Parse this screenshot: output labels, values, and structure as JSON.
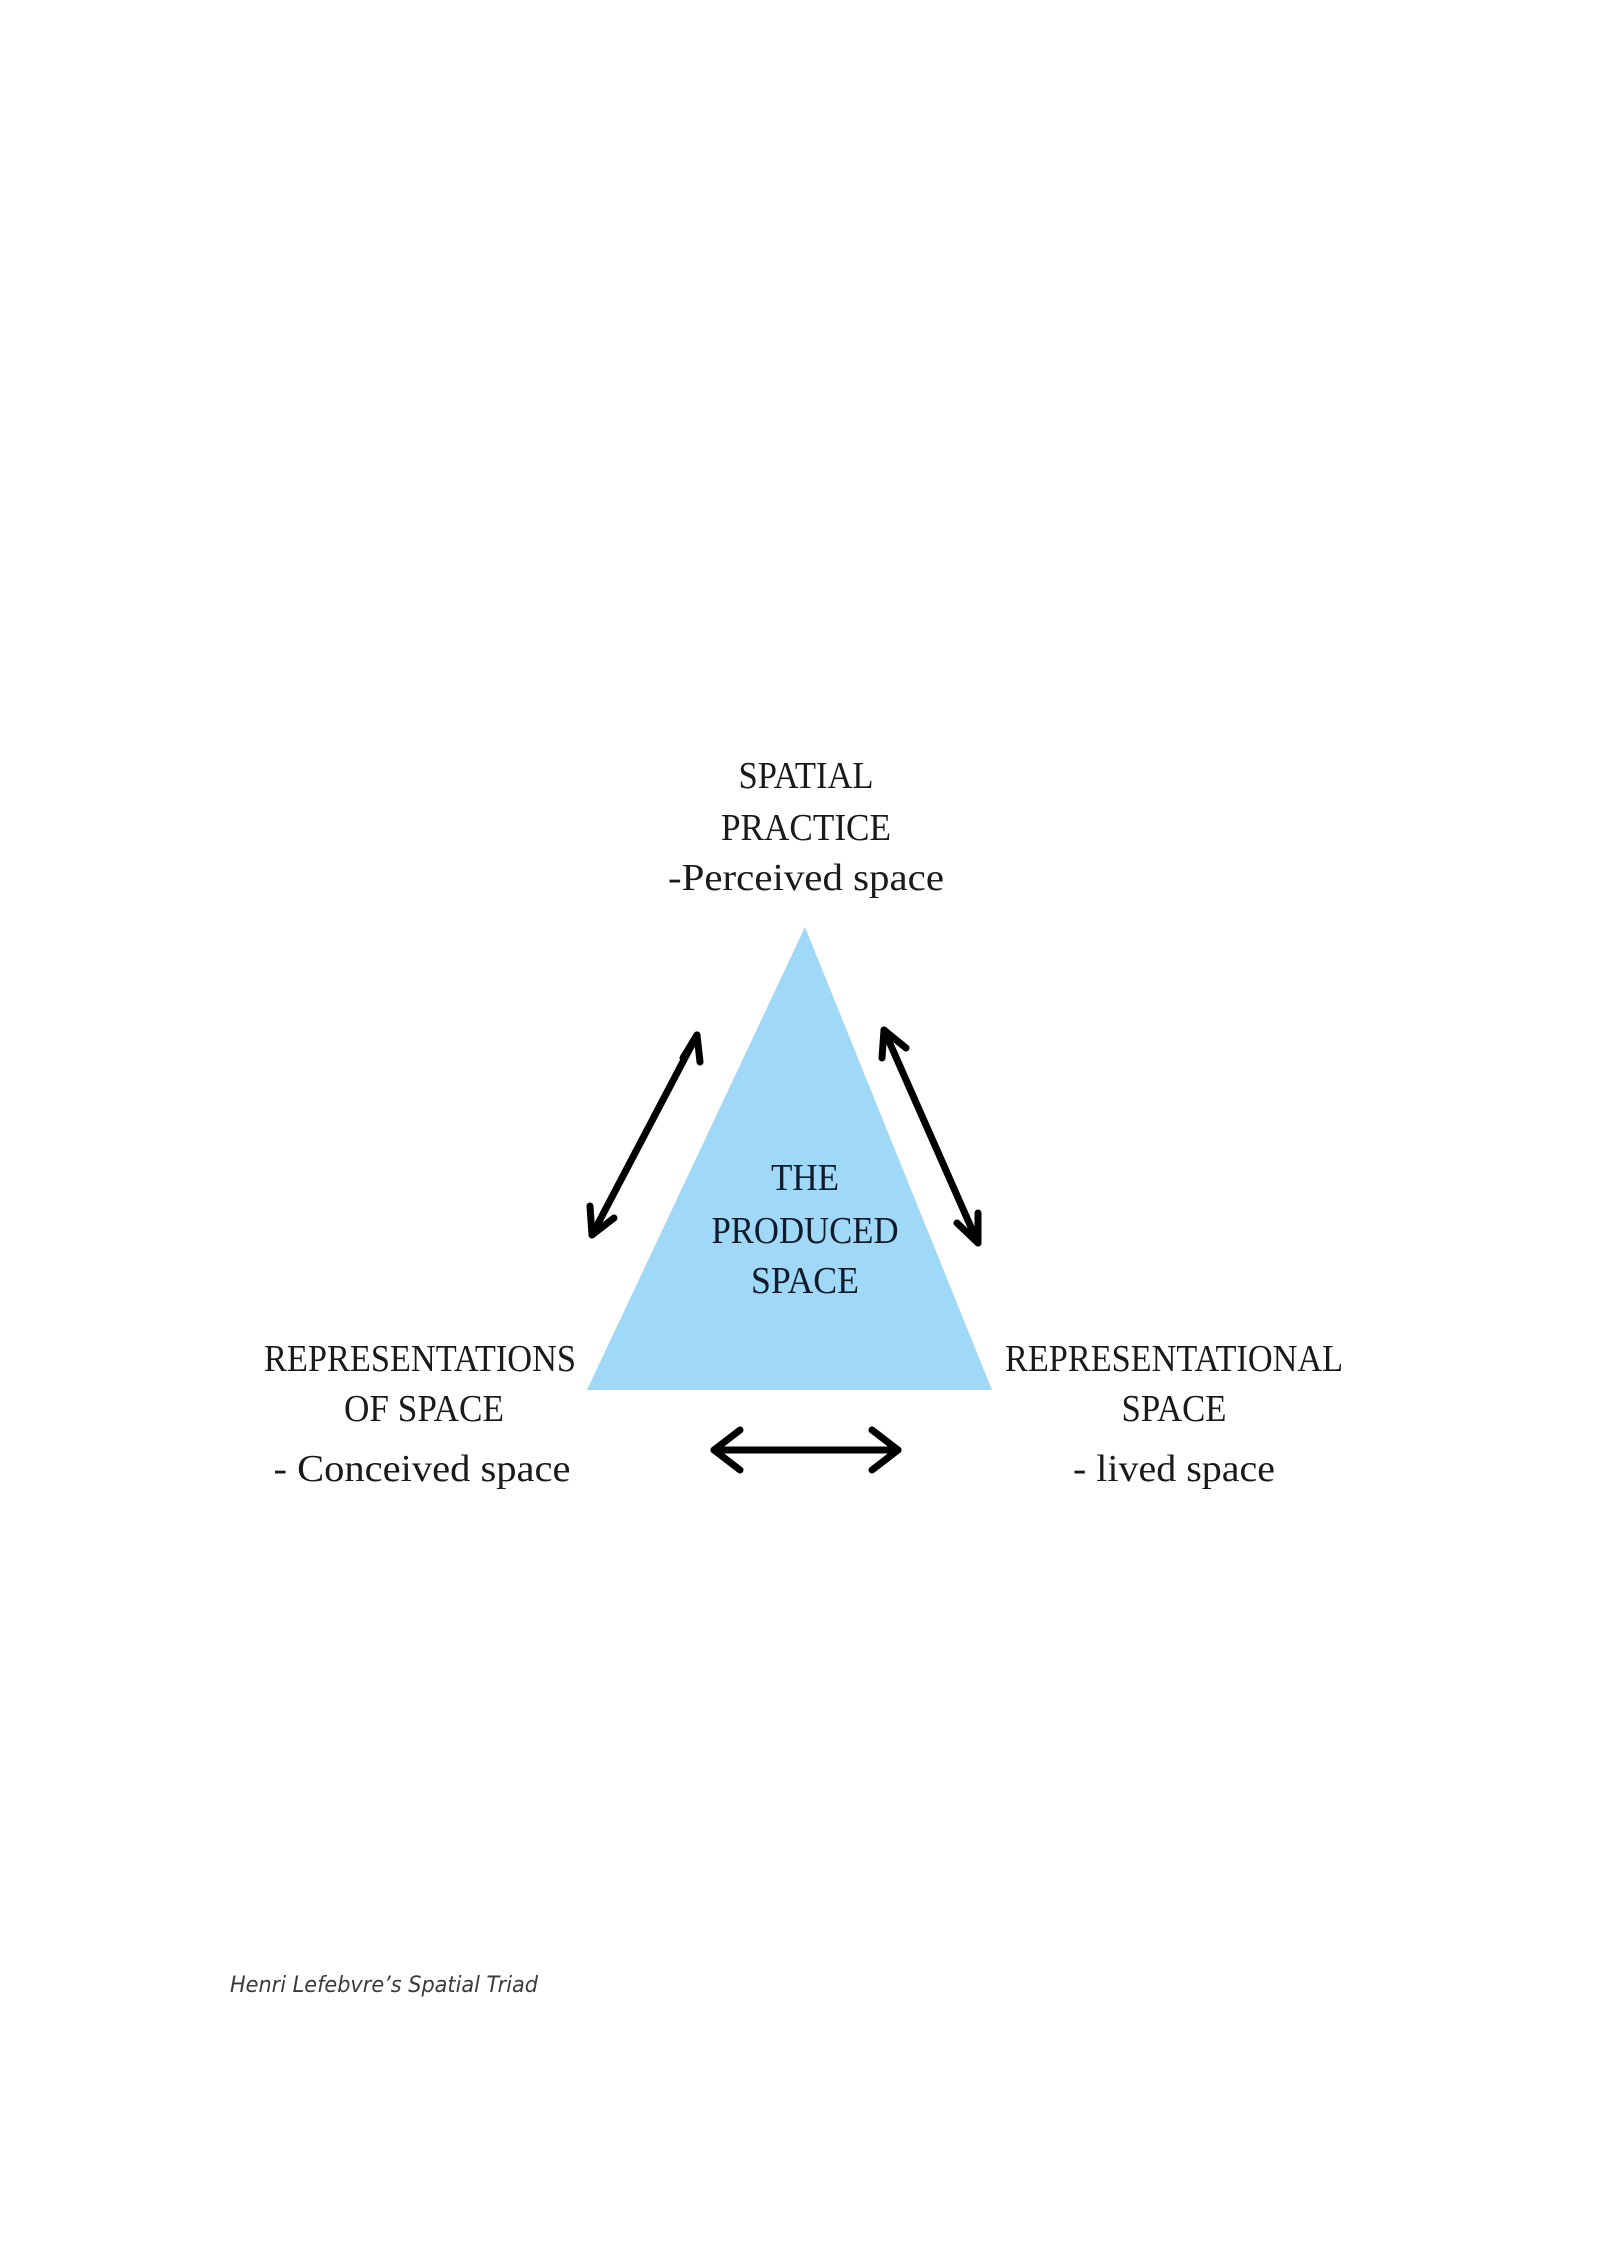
{
  "diagram": {
    "title": "Henri Lefebvre's Spatial Triad",
    "center": {
      "lines": [
        "THE",
        "PRODUCED",
        "SPACE"
      ]
    },
    "nodes": [
      {
        "id": "spatial-practice",
        "position": "top",
        "lines": [
          "SPATIAL",
          "PRACTICE",
          "-Perceived space"
        ]
      },
      {
        "id": "representations-of-space",
        "position": "bottom-left",
        "lines": [
          "REPRESENTATIONS",
          "OF SPACE",
          "- Conceived space"
        ]
      },
      {
        "id": "representational-space",
        "position": "bottom-right",
        "lines": [
          "REPRESENTATIONAL",
          "SPACE",
          "- lived space"
        ]
      }
    ],
    "edges": [
      {
        "from": "spatial-practice",
        "to": "representations-of-space",
        "type": "bidirectional"
      },
      {
        "from": "spatial-practice",
        "to": "representational-space",
        "type": "bidirectional"
      },
      {
        "from": "representations-of-space",
        "to": "representational-space",
        "type": "bidirectional"
      }
    ],
    "colors": {
      "triangle_fill": "#a0d8f8",
      "arrow": "#000000",
      "text": "#1a1a1a"
    }
  },
  "caption": "Henri Lefebvre’s Spatial Triad"
}
